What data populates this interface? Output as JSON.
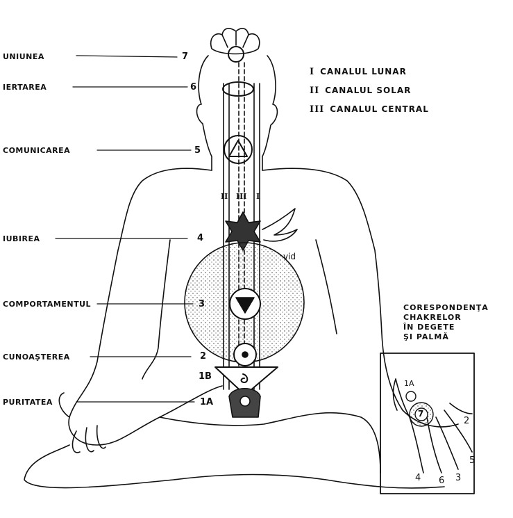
{
  "chakra_labels": [
    {
      "text": "UNIUNEA",
      "number": "7"
    },
    {
      "text": "IERTAREA",
      "number": "6"
    },
    {
      "text": "COMUNICAREA",
      "number": "5"
    },
    {
      "text": "IUBIREA",
      "number": "4"
    },
    {
      "text": "COMPORTAMENTUL",
      "number": "3"
    },
    {
      "text": "CUNOAŞTEREA",
      "number": "2"
    },
    {
      "text": "PURITATEA",
      "number": "1A"
    }
  ],
  "extra_number": "1B",
  "void_label": "vid",
  "channel_marks": [
    "II",
    "III",
    "I"
  ],
  "legend": [
    {
      "roman": "I",
      "text": "CANALUL LUNAR"
    },
    {
      "roman": "II",
      "text": "CANALUL SOLAR"
    },
    {
      "roman": "III",
      "text": "CANALUL CENTRAL"
    }
  ],
  "hand_title": [
    "CORESPONDENŢA",
    "CHAKRELOR",
    "ÎN DEGETE",
    "ŞI PALMĂ"
  ],
  "hand_numbers": {
    "palm_top": "1A",
    "palm_center": "7",
    "thumb": "2",
    "index": "5",
    "middle": "3",
    "ring": "6",
    "little": "4"
  }
}
